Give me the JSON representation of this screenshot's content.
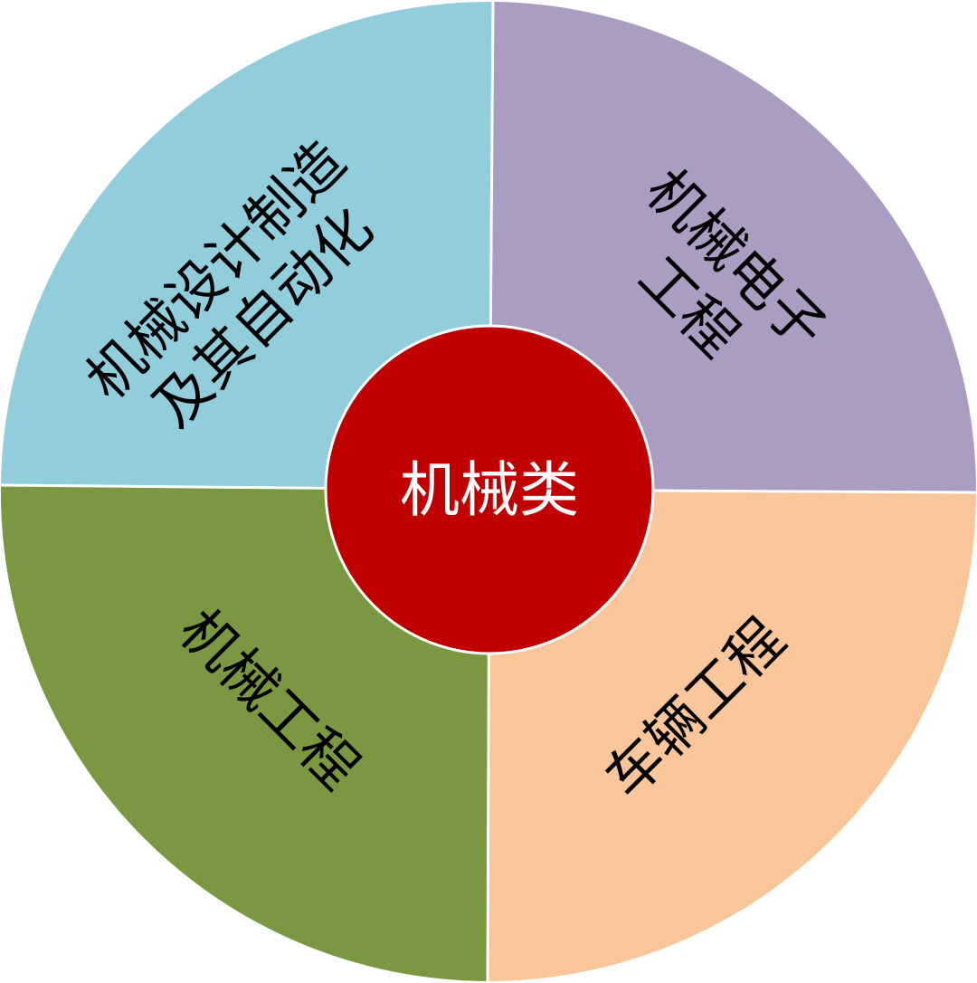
{
  "center": {
    "label": "机械类",
    "color": "#C00000"
  },
  "segments": [
    {
      "id": "top-left",
      "lines": [
        "机械设计制造",
        "及其自动化"
      ],
      "color": "#92CDDC"
    },
    {
      "id": "top-right",
      "lines": [
        "机械电子",
        "工程"
      ],
      "color": "#AB9CC2"
    },
    {
      "id": "bottom-right",
      "lines": [
        "车辆工程"
      ],
      "color": "#F9C59B"
    },
    {
      "id": "bottom-left",
      "lines": [
        "机械工程"
      ],
      "color": "#7A9841"
    }
  ]
}
